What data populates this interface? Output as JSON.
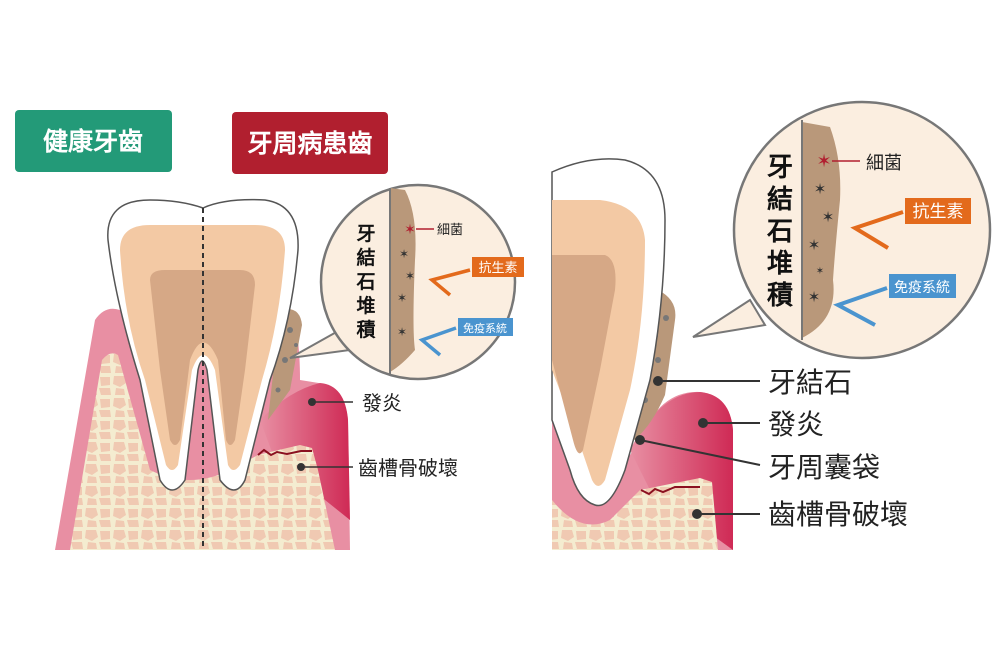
{
  "left_panel": {
    "healthy_label": "健康牙齒",
    "disease_label": "牙周病患齒",
    "magnifier": {
      "title_chars": [
        "牙",
        "結",
        "石",
        "堆",
        "積"
      ],
      "bacteria": "細菌",
      "antibiotic": "抗生素",
      "immune": "免疫系統"
    },
    "callouts": {
      "inflammation": "發炎",
      "bone_destruction": "齒槽骨破壞"
    }
  },
  "right_panel": {
    "magnifier": {
      "title_chars": [
        "牙",
        "結",
        "石",
        "堆",
        "積"
      ],
      "bacteria": "細菌",
      "antibiotic": "抗生素",
      "immune": "免疫系統"
    },
    "callouts": {
      "calculus": "牙結石",
      "inflammation": "發炎",
      "pocket": "牙周囊袋",
      "bone_destruction": "齒槽骨破壞"
    }
  },
  "colors": {
    "healthy": "#239a78",
    "disease": "#b11f2f",
    "gum": "#e88fa3",
    "inflamed": "#d2345a",
    "bone": "#f4ecd0",
    "calculus": "#b9987a",
    "antibiotic": "#e36a1c",
    "immune": "#4a94cf"
  }
}
